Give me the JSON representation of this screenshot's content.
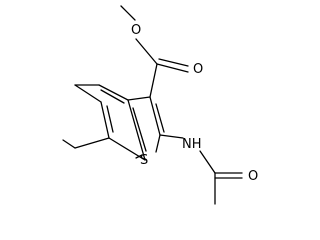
{
  "molecule": {
    "atoms": {
      "carbonyl_oxygen": "O",
      "ester_oxygen": "O",
      "sulfur": "S",
      "amide_nitrogen": "NH",
      "amide_oxygen": "O"
    }
  },
  "colors": {
    "bond": "#000000",
    "label": "#000000",
    "background": "#ffffff"
  }
}
